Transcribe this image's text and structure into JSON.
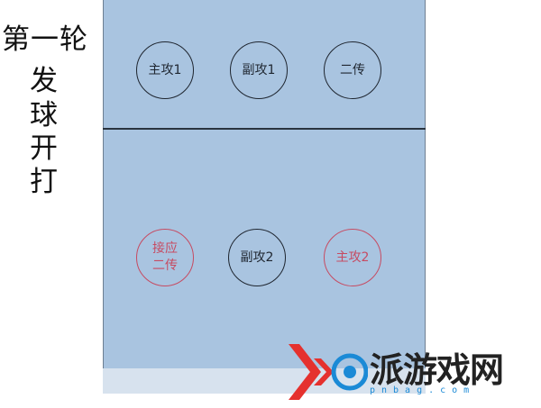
{
  "side_title": {
    "line1": "第一轮",
    "vertical": [
      "发",
      "球",
      "开",
      "打"
    ]
  },
  "players": {
    "front": [
      "主攻1",
      "副攻1",
      "二传"
    ],
    "back": [
      "接应\n二传",
      "副攻2",
      "主攻2"
    ]
  },
  "colors": {
    "court": "#a9c4e0",
    "court_strip": "#d7e2ee",
    "player_outline": "#1f2630",
    "highlight_outline": "#c64b62",
    "watermark_red": "#e5312e",
    "watermark_blue": "#1b8ad6"
  },
  "watermark": {
    "text": "派游戏网",
    "url": "pnbag.com"
  }
}
